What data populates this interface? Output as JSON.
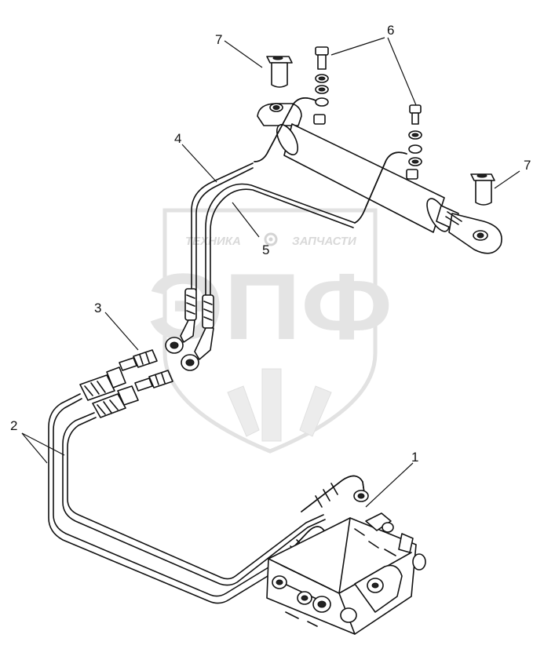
{
  "watermark": {
    "left_word": "ТЕХНИКА",
    "right_word": "ЗАПЧАСТИ",
    "logo_letters": "ЭПФ",
    "gear_icon": "gear-icon"
  },
  "callouts": [
    {
      "id": "1",
      "label": "1"
    },
    {
      "id": "2",
      "label": "2"
    },
    {
      "id": "3",
      "label": "3"
    },
    {
      "id": "4",
      "label": "4"
    },
    {
      "id": "5",
      "label": "5"
    },
    {
      "id": "6",
      "label": "6"
    },
    {
      "id": "7a",
      "label": "7"
    },
    {
      "id": "7b",
      "label": "7"
    }
  ]
}
